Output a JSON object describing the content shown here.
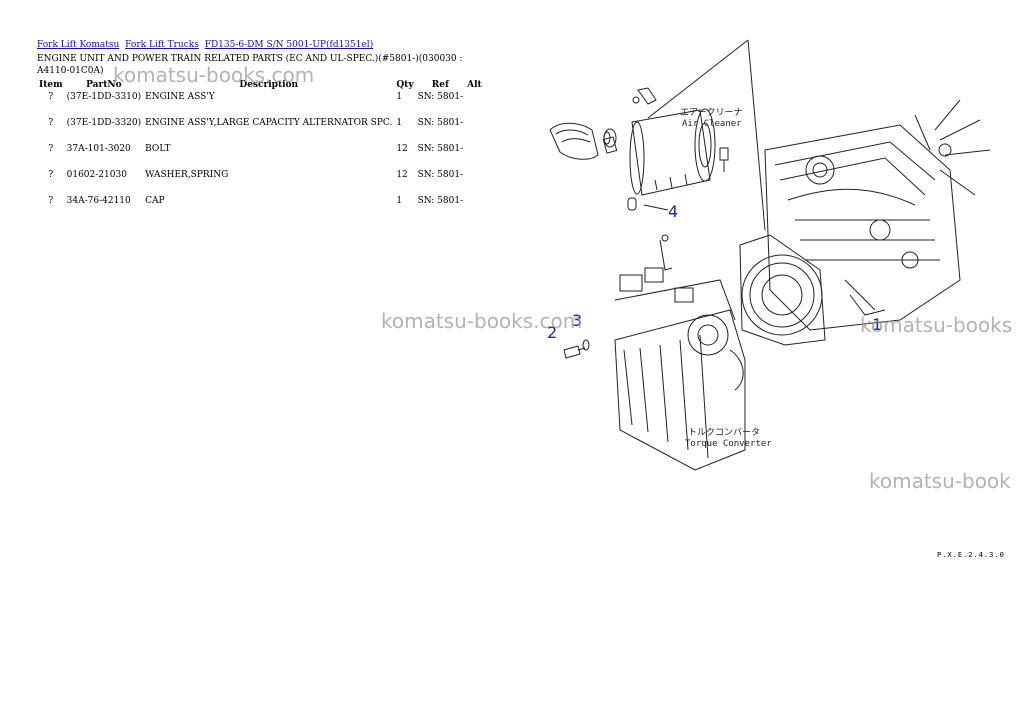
{
  "breadcrumb": [
    {
      "label": "Fork Lift Komatsu"
    },
    {
      "label": "Fork Lift Trucks"
    },
    {
      "label": "FD135-6-DM S/N 5001-UP(fd1351el)"
    }
  ],
  "title": "ENGINE UNIT AND POWER TRAIN RELATED PARTS (EC AND UL-SPEC.)(#5801-)(030030 : A4110-01C0A)",
  "table": {
    "headers": {
      "item": "Item",
      "partno": "PartNo",
      "description": "Description",
      "qty": "Qty",
      "ref": "Ref",
      "alt": "Alt"
    },
    "rows": [
      {
        "item": "?",
        "partno": "(37E-1DD-3310)",
        "description": "ENGINE ASS'Y",
        "qty": "1",
        "ref": "SN: 5801-",
        "alt": ""
      },
      {
        "item": "?",
        "partno": "(37E-1DD-3320)",
        "description": "ENGINE ASS'Y,LARGE CAPACITY ALTERNATOR SPC.",
        "qty": "1",
        "ref": "SN: 5801-",
        "alt": ""
      },
      {
        "item": "?",
        "partno": "37A-101-3020",
        "description": "BOLT",
        "qty": "12",
        "ref": "SN: 5801-",
        "alt": ""
      },
      {
        "item": "?",
        "partno": "01602-21030",
        "description": "WASHER,SPRING",
        "qty": "12",
        "ref": "SN: 5801-",
        "alt": ""
      },
      {
        "item": "?",
        "partno": "34A-76-42110",
        "description": "CAP",
        "qty": "1",
        "ref": "SN: 5801-",
        "alt": ""
      }
    ]
  },
  "watermarks": [
    "komatsu-books.com",
    "komatsu-books.com",
    "komatsu-books",
    "komatsu-book"
  ],
  "diagram": {
    "callouts": [
      "1",
      "2",
      "3",
      "4"
    ],
    "air_cleaner_jp": "エアークリーナ",
    "air_cleaner_en": "Air Cleaner",
    "torque_converter_jp": "トルクコンバータ",
    "torque_converter_en": "Torque Converter",
    "code": "P.X.E.2.4.3.0"
  },
  "colors": {
    "link": "#1a0dab",
    "watermark": "#9a9a9a",
    "callout": "#1a2a9a"
  }
}
